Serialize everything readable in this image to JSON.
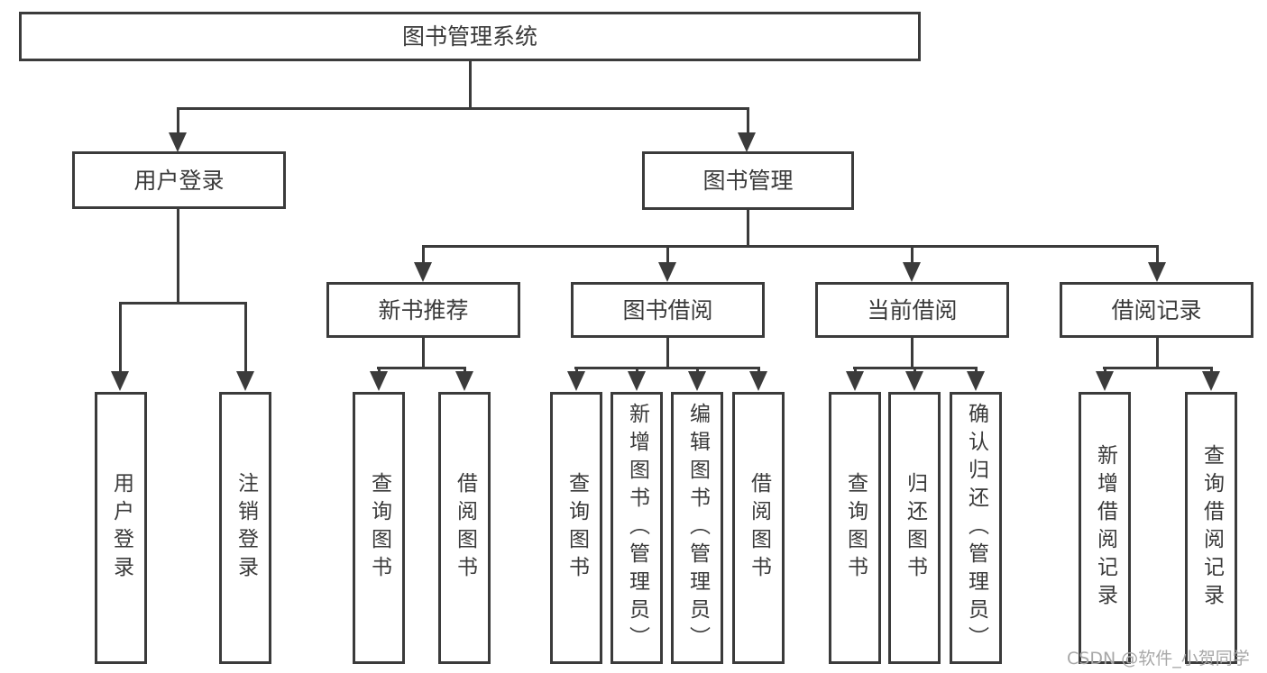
{
  "tree": {
    "root": {
      "label": "图书管理系统",
      "children": [
        {
          "label": "用户登录",
          "children": [
            {
              "label": "用户登录"
            },
            {
              "label": "注销登录"
            }
          ]
        },
        {
          "label": "图书管理",
          "children": [
            {
              "label": "新书推荐",
              "children": [
                {
                  "label": "查询图书"
                },
                {
                  "label": "借阅图书"
                }
              ]
            },
            {
              "label": "图书借阅",
              "children": [
                {
                  "label": "查询图书"
                },
                {
                  "label": "新增图书（管理员）"
                },
                {
                  "label": "编辑图书（管理员）"
                },
                {
                  "label": "借阅图书"
                }
              ]
            },
            {
              "label": "当前借阅",
              "children": [
                {
                  "label": "查询图书"
                },
                {
                  "label": "归还图书"
                },
                {
                  "label": "确认归还（管理员）"
                }
              ]
            },
            {
              "label": "借阅记录",
              "children": [
                {
                  "label": "新增借阅记录"
                },
                {
                  "label": "查询借阅记录"
                }
              ]
            }
          ]
        }
      ]
    }
  },
  "watermark": {
    "text": "CSDN @软件_小贺同学"
  },
  "colors": {
    "line": "#3b3b3b",
    "text": "#3a3a3a",
    "watermark": "#a8a8a8",
    "background": "#ffffff"
  }
}
